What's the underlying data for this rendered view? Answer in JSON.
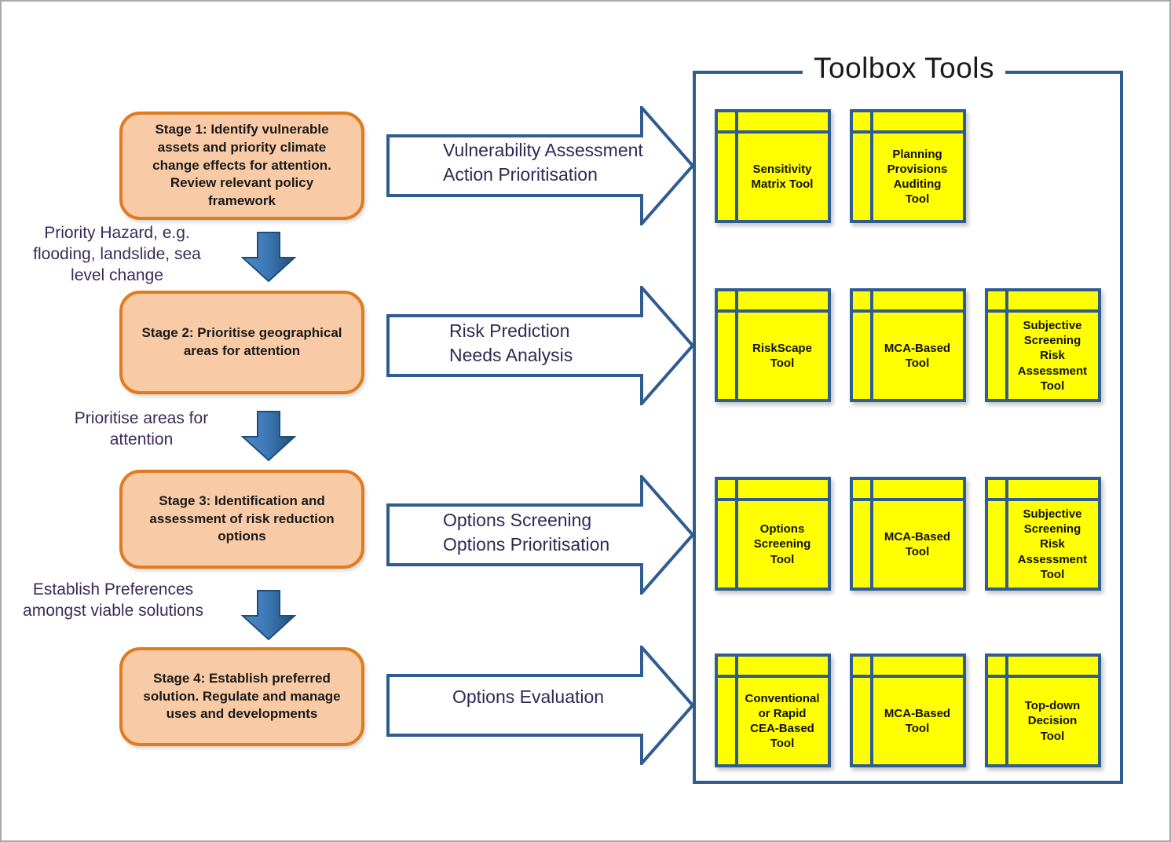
{
  "diagram": {
    "title": "Toolbox Tools",
    "colors": {
      "stage_fill": "#F8CBA6",
      "stage_border": "#E07B20",
      "frame_border": "#2F5C91",
      "tool_fill": "#FFFF00",
      "arrow_blue": "#2E6DA4",
      "caption_text": "#3B2A5A"
    }
  },
  "stages": [
    {
      "label": "Stage 1: Identify vulnerable assets and priority climate change effects for attention. Review relevant policy framework"
    },
    {
      "label": "Stage 2: Prioritise geographical areas for attention"
    },
    {
      "label": "Stage 3: Identification and assessment of risk reduction options"
    },
    {
      "label": "Stage 4: Establish preferred solution. Regulate and manage uses and developments"
    }
  ],
  "transitions": [
    {
      "label": "Priority Hazard, e.g. flooding, landslide, sea level change"
    },
    {
      "label": "Prioritise areas for  attention"
    },
    {
      "label": "Establish Preferences amongst viable solutions"
    }
  ],
  "process_arrows": [
    {
      "label": "Vulnerability Assessment\nAction Prioritisation"
    },
    {
      "label": "Risk Prediction\nNeeds Analysis"
    },
    {
      "label": "Options Screening\nOptions Prioritisation"
    },
    {
      "label": "Options Evaluation"
    }
  ],
  "tool_rows": [
    {
      "tools": [
        {
          "label": "Sensitivity\nMatrix Tool"
        },
        {
          "label": "Planning\nProvisions\nAuditing\nTool"
        }
      ]
    },
    {
      "tools": [
        {
          "label": "RiskScape\nTool"
        },
        {
          "label": "MCA-Based\nTool"
        },
        {
          "label": "Subjective\nScreening\nRisk\nAssessment\nTool"
        }
      ]
    },
    {
      "tools": [
        {
          "label": "Options\nScreening\nTool"
        },
        {
          "label": "MCA-Based\nTool"
        },
        {
          "label": "Subjective\nScreening\nRisk\nAssessment\nTool"
        }
      ]
    },
    {
      "tools": [
        {
          "label": "Conventional\nor Rapid\nCEA-Based\nTool"
        },
        {
          "label": "MCA-Based\nTool"
        },
        {
          "label": "Top-down\nDecision\nTool"
        }
      ]
    }
  ]
}
